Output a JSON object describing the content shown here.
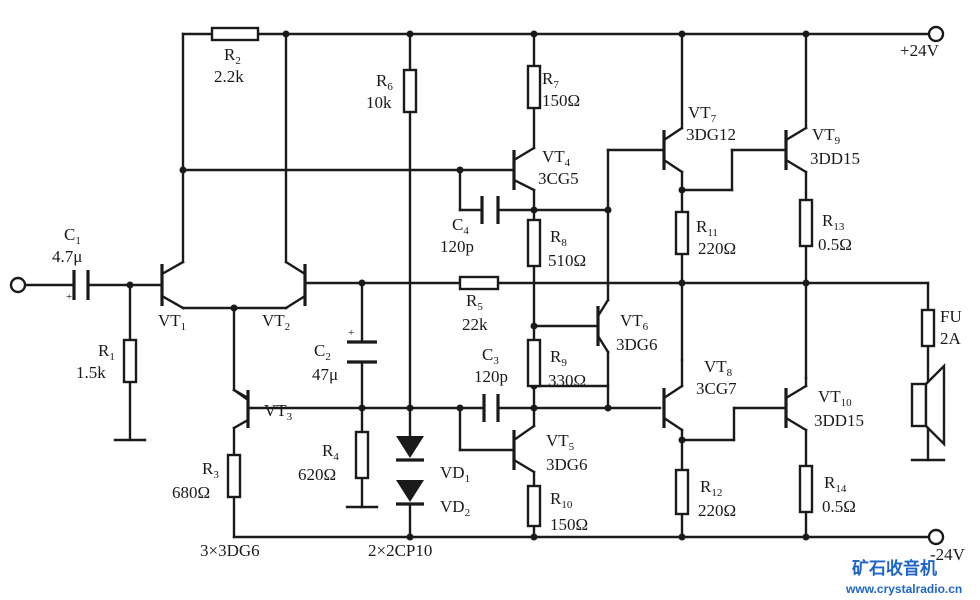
{
  "supply": {
    "pos": "+24V",
    "neg": "-24V"
  },
  "components": {
    "C1": {
      "ref": "C",
      "sub": "1",
      "value": "4.7μ"
    },
    "R1": {
      "ref": "R",
      "sub": "1",
      "value": "1.5k"
    },
    "R2": {
      "ref": "R",
      "sub": "2",
      "value": "2.2k"
    },
    "R3": {
      "ref": "R",
      "sub": "3",
      "value": "680Ω"
    },
    "R4": {
      "ref": "R",
      "sub": "4",
      "value": "620Ω"
    },
    "R5": {
      "ref": "R",
      "sub": "5",
      "value": "22k"
    },
    "R6": {
      "ref": "R",
      "sub": "6",
      "value": "10k"
    },
    "R7": {
      "ref": "R",
      "sub": "7",
      "value": "150Ω"
    },
    "R8": {
      "ref": "R",
      "sub": "8",
      "value": "510Ω"
    },
    "R9": {
      "ref": "R",
      "sub": "9",
      "value": "330Ω"
    },
    "R10": {
      "ref": "R",
      "sub": "10",
      "value": "150Ω"
    },
    "R11": {
      "ref": "R",
      "sub": "11",
      "value": "220Ω"
    },
    "R12": {
      "ref": "R",
      "sub": "12",
      "value": "220Ω"
    },
    "R13": {
      "ref": "R",
      "sub": "13",
      "value": "0.5Ω"
    },
    "R14": {
      "ref": "R",
      "sub": "14",
      "value": "0.5Ω"
    },
    "C2": {
      "ref": "C",
      "sub": "2",
      "value": "47μ"
    },
    "C3": {
      "ref": "C",
      "sub": "3",
      "value": "120p"
    },
    "C4": {
      "ref": "C",
      "sub": "4",
      "value": "120p"
    },
    "VT1": {
      "ref": "VT",
      "sub": "1"
    },
    "VT2": {
      "ref": "VT",
      "sub": "2"
    },
    "VT3": {
      "ref": "VT",
      "sub": "3"
    },
    "VT4": {
      "ref": "VT",
      "sub": "4",
      "value": "3CG5"
    },
    "VT5": {
      "ref": "VT",
      "sub": "5",
      "value": "3DG6"
    },
    "VT6": {
      "ref": "VT",
      "sub": "6",
      "value": "3DG6"
    },
    "VT7": {
      "ref": "VT",
      "sub": "7",
      "value": "3DG12"
    },
    "VT8": {
      "ref": "VT",
      "sub": "8",
      "value": "3CG7"
    },
    "VT9": {
      "ref": "VT",
      "sub": "9",
      "value": "3DD15"
    },
    "VT10": {
      "ref": "VT",
      "sub": "10",
      "value": "3DD15"
    },
    "VD1": {
      "ref": "VD",
      "sub": "1"
    },
    "VD2": {
      "ref": "VD",
      "sub": "2"
    },
    "FU": {
      "ref": "FU",
      "value": "2A"
    }
  },
  "notes": {
    "vt123": "3×3DG6",
    "vd12": "2×2CP10"
  },
  "watermark": {
    "cn": "矿石收音机",
    "url": "www.crystalradio.cn"
  }
}
